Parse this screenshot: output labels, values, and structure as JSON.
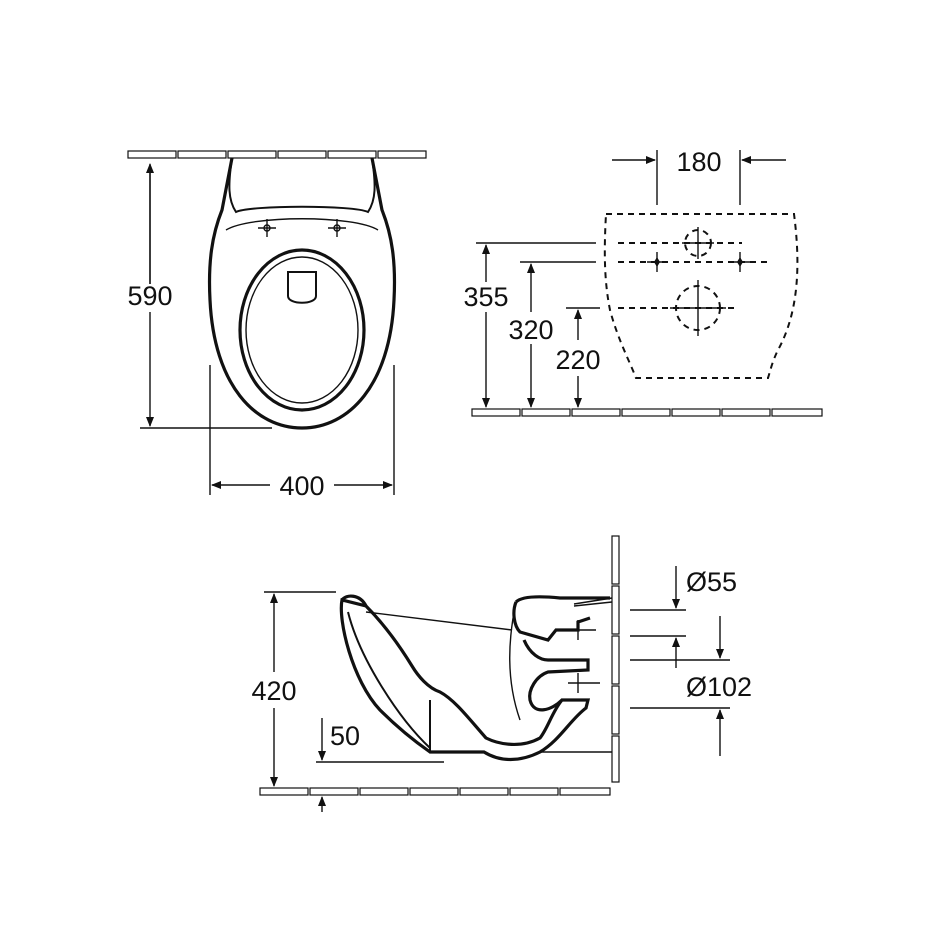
{
  "views": {
    "top": {
      "depth_label": "590",
      "width_label": "400"
    },
    "front": {
      "spacing_label": "180",
      "height_355_label": "355",
      "height_320_label": "320",
      "height_220_label": "220"
    },
    "side": {
      "height_label": "420",
      "rim_label": "50",
      "inlet_label": "Ø55",
      "outlet_label": "Ø102"
    }
  }
}
